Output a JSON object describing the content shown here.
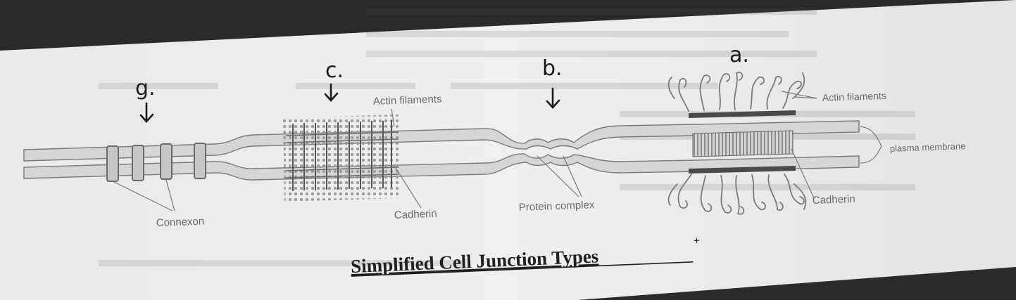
{
  "figure": {
    "title": "Simplified Cell Junction Types",
    "title_mark": "+",
    "handwritten_labels": {
      "g": "g.",
      "c": "c.",
      "b": "b.",
      "a": "a."
    },
    "labels": {
      "connexon": "Connexon",
      "actin_filaments_desmosome": "Actin filaments",
      "cadherin_desmosome": "Cadherin",
      "protein_complex": "Protein complex",
      "actin_filaments_adherens": "Actin filaments",
      "plasma_membrane": "plasma membrane",
      "cadherin_adherens": "Cadherin"
    }
  },
  "colors": {
    "background": "#2a2a2a",
    "paper": "#ececea",
    "membrane": "#d6d6d4",
    "membrane_outline": "#7a7a7a",
    "ink": "#1b1b1b"
  }
}
